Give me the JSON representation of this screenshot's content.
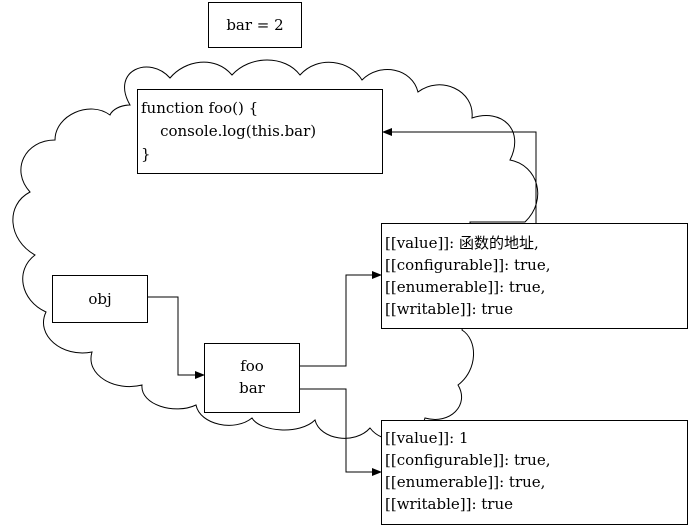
{
  "global_var": {
    "text": "bar = 2"
  },
  "function_code": {
    "line1": "function foo() {",
    "line2": "    console.log(this.bar)",
    "line3": "}"
  },
  "obj_label": "obj",
  "object_props": {
    "foo": "foo",
    "bar": "bar"
  },
  "foo_descriptor": {
    "value": "[[value]]: 函数的地址,",
    "configurable": "[[configurable]]: true,",
    "enumerable": "[[enumerable]]: true,",
    "writable": "[[writable]]: true"
  },
  "bar_descriptor": {
    "value": "[[value]]: 1",
    "configurable": "[[configurable]]: true,",
    "enumerable": "[[enumerable]]: true,",
    "writable": "[[writable]]: true"
  }
}
